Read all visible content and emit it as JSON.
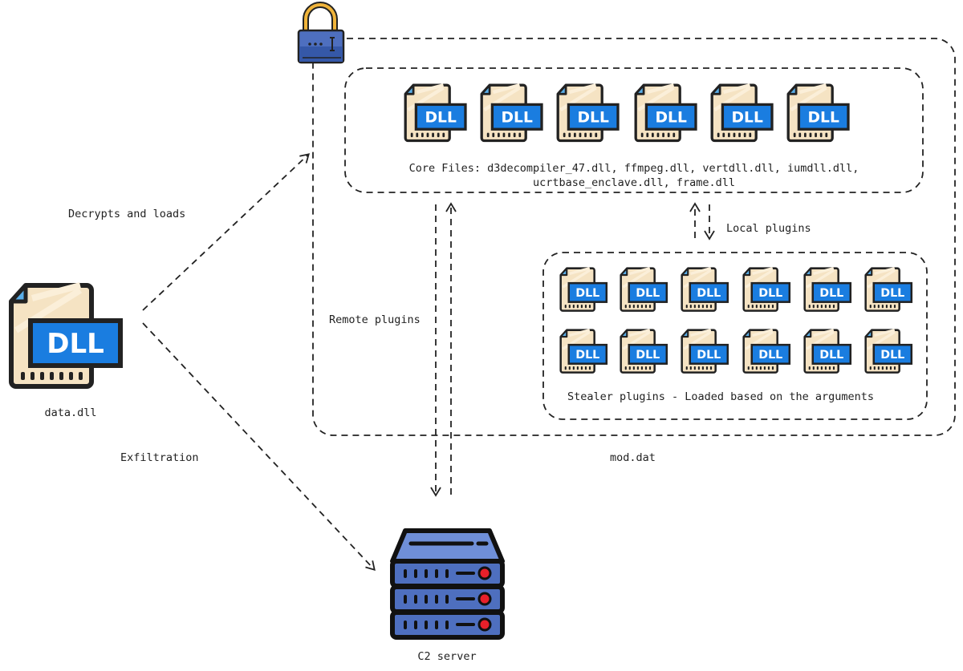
{
  "labels": {
    "decrypts": "Decrypts and loads",
    "exfiltration": "Exfiltration",
    "data_dll": "data.dll",
    "remote_plugins": "Remote plugins",
    "local_plugins": "Local plugins",
    "mod_dat": "mod.dat",
    "c2_server": "C2 server",
    "core_files_line1": "Core Files: d3decompiler_47.dll, ffmpeg.dll, vertdll.dll, iumdll.dll,",
    "core_files_line2": "ucrtbase_enclave.dll, frame.dll",
    "stealer_plugins": "Stealer plugins - Loaded based on the arguments"
  },
  "icon_text": "DLL",
  "icons": [
    "dll-file-icon",
    "padlock-icon",
    "server-icon"
  ],
  "colors": {
    "dll_blue": "#1a7de0",
    "paper": "#f5e3c3",
    "server_blue": "#4e6fbf",
    "lock_gold": "#f0b43a",
    "led_red": "#e8202a"
  }
}
